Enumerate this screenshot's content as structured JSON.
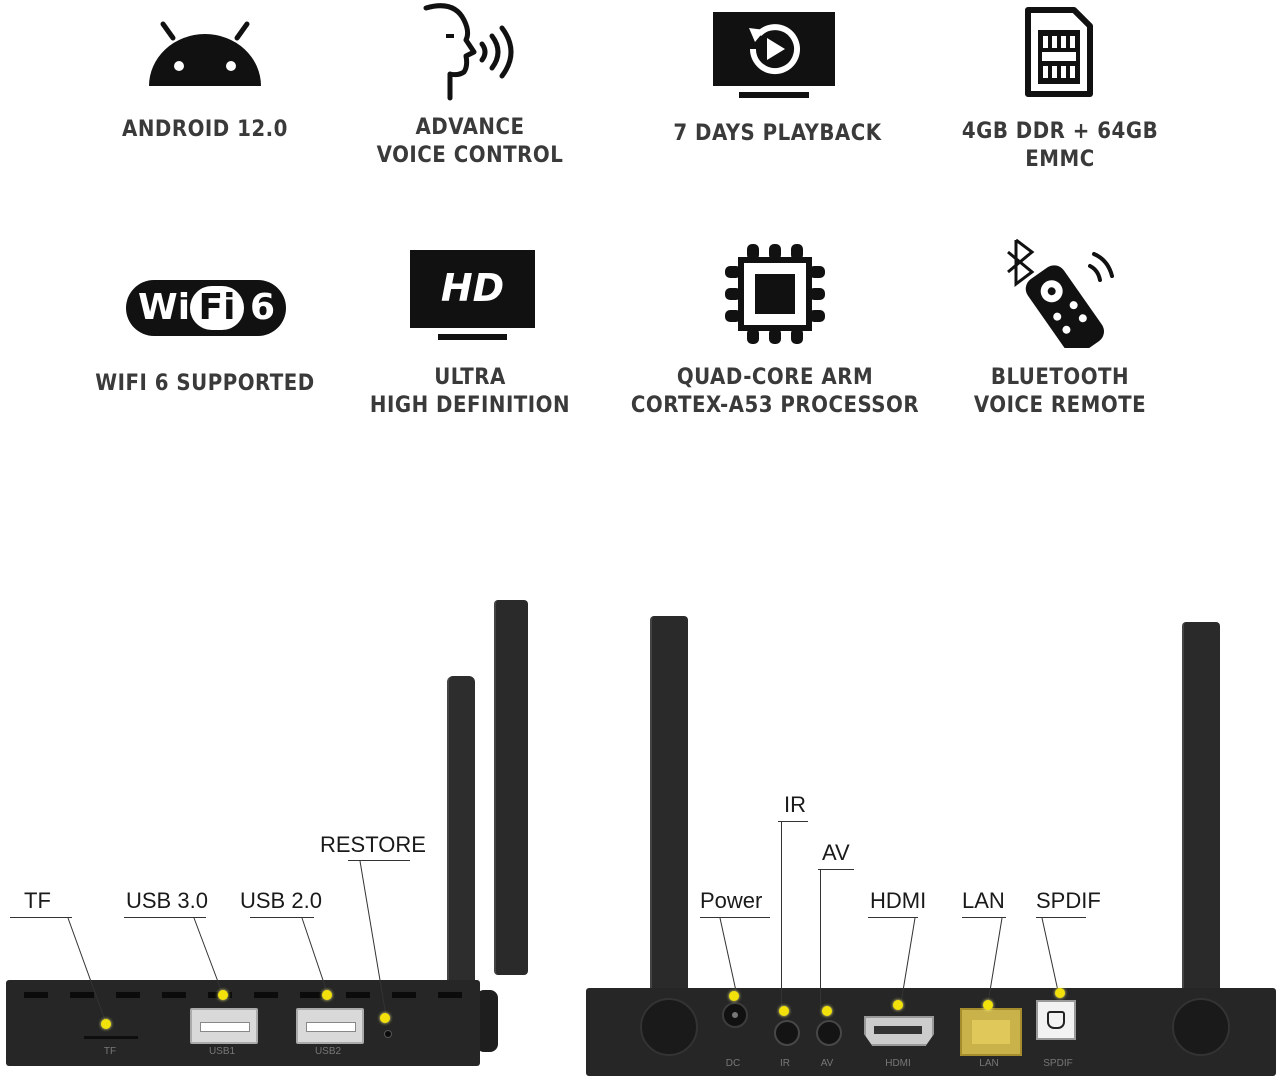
{
  "features": [
    {
      "icon": "android-icon",
      "lines": [
        "ANDROID 12.0"
      ]
    },
    {
      "icon": "voice-control-icon",
      "lines": [
        "ADVANCE",
        "VOICE CONTROL"
      ]
    },
    {
      "icon": "playback-icon",
      "lines": [
        "7 DAYS PLAYBACK"
      ]
    },
    {
      "icon": "memory-card-icon",
      "lines": [
        "4GB DDR + 64GB",
        "EMMC"
      ]
    },
    {
      "icon": "wifi6-icon",
      "lines": [
        "WIFI 6 SUPPORTED"
      ]
    },
    {
      "icon": "hd-tv-icon",
      "lines": [
        "ULTRA",
        "HIGH DEFINITION"
      ]
    },
    {
      "icon": "processor-chip-icon",
      "lines": [
        "QUAD-CORE ARM",
        "CORTEX-A53 PROCESSOR"
      ]
    },
    {
      "icon": "bluetooth-remote-icon",
      "lines": [
        "BLUETOOTH",
        "VOICE REMOTE"
      ]
    }
  ],
  "icon_text": {
    "wifi_left": "Wi",
    "wifi_mid": "Fi",
    "wifi_num": "6",
    "hd": "HD"
  },
  "side_view": {
    "callouts": [
      "TF",
      "USB 3.0",
      "USB 2.0",
      "RESTORE"
    ],
    "port_captions": [
      "TF",
      "USB1",
      "USB2"
    ]
  },
  "back_view": {
    "callouts": [
      "Power",
      "IR",
      "AV",
      "HDMI",
      "LAN",
      "SPDIF"
    ],
    "port_captions": [
      "DC",
      "IR",
      "AV",
      "HDMI",
      "LAN",
      "SPDIF"
    ]
  },
  "colors": {
    "marker": "#f2e10a",
    "device": "#262626",
    "text": "#3a3a3a"
  }
}
